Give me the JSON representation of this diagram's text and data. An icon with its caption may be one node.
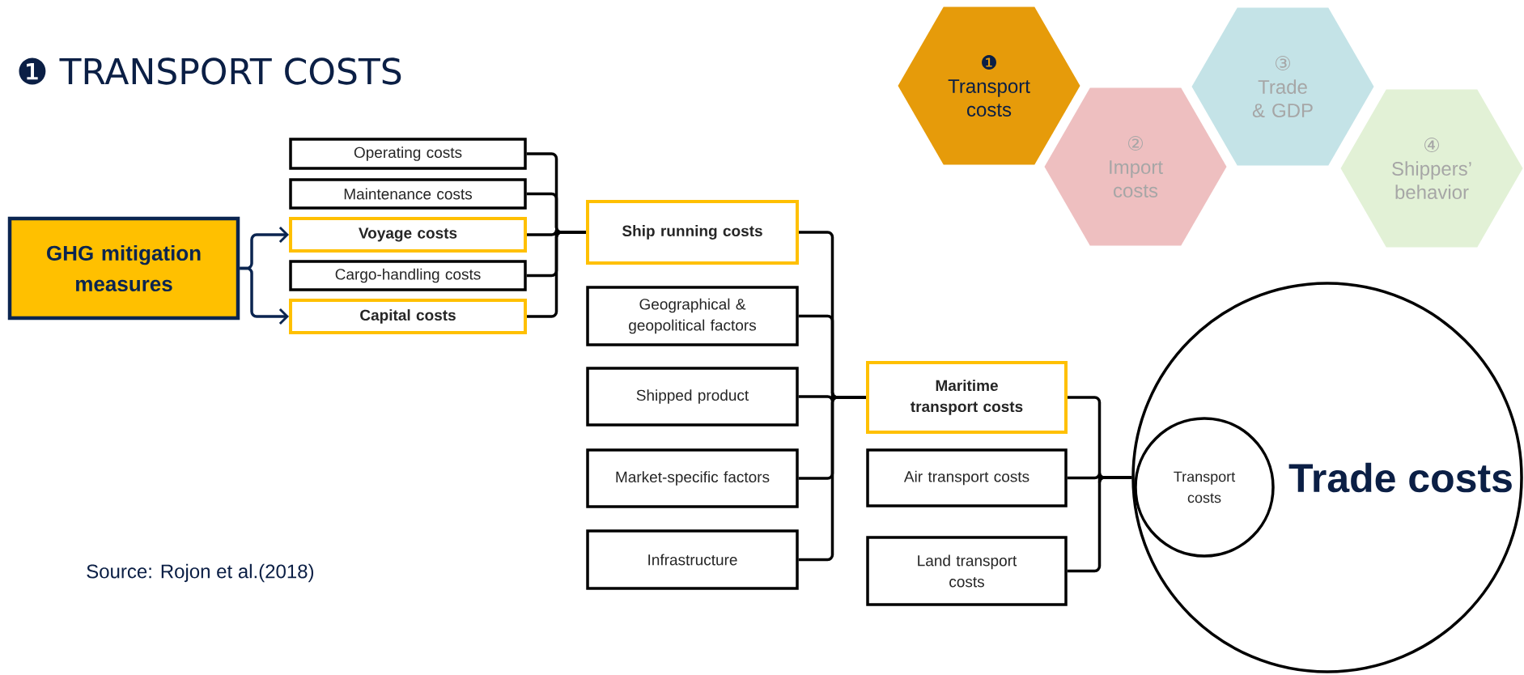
{
  "diagram": {
    "title": "❶ TRANSPORT COSTS",
    "nodes": [
      {
        "text": [
          "❶",
          "Transport costs"
        ]
      },
      {
        "text": [
          "②",
          "Import costs"
        ]
      },
      {
        "text": [
          "③",
          "Trade & GDP"
        ]
      },
      {
        "text": [
          "④",
          "Shippers’ behavior"
        ]
      },
      {
        "text": [
          "GHG mitigation measures"
        ]
      },
      {
        "text": [
          "Operating costs"
        ]
      },
      {
        "text": [
          "Maintenance costs"
        ]
      },
      {
        "text": [
          "Voyage costs"
        ]
      },
      {
        "text": [
          "Cargo-handling costs"
        ]
      },
      {
        "text": [
          "Capital costs"
        ]
      },
      {
        "text": [
          "Ship running costs"
        ]
      },
      {
        "text": [
          "Geographical & geopolitical factors"
        ]
      },
      {
        "text": [
          "Shipped product"
        ]
      },
      {
        "text": [
          "Market-specific factors"
        ]
      },
      {
        "text": [
          "Infrastructure"
        ]
      },
      {
        "text": [
          "Maritime transport costs"
        ]
      },
      {
        "text": [
          "Air transport costs"
        ]
      },
      {
        "text": [
          "Land transport costs"
        ]
      },
      {
        "text": [
          "Trade costs"
        ]
      },
      {
        "text": [
          "Transport costs"
        ],
        "in": 18
      }
    ],
    "edges": [
      {
        "from": 4,
        "to": 7,
        "arrow": "to",
        "color": "#0b2550"
      },
      {
        "from": 4,
        "to": 9,
        "arrow": "to",
        "color": "#0b2550"
      },
      {
        "from": 5,
        "to": 10,
        "arrow": "none"
      },
      {
        "from": 6,
        "to": 10,
        "arrow": "none"
      },
      {
        "from": 7,
        "to": 10,
        "arrow": "none"
      },
      {
        "from": 8,
        "to": 10,
        "arrow": "none"
      },
      {
        "from": 9,
        "to": 10,
        "arrow": "none"
      },
      {
        "from": 10,
        "to": 15,
        "arrow": "none"
      },
      {
        "from": 11,
        "to": 15,
        "arrow": "none"
      },
      {
        "from": 12,
        "to": 15,
        "arrow": "none"
      },
      {
        "from": 13,
        "to": 15,
        "arrow": "none"
      },
      {
        "from": 14,
        "to": 15,
        "arrow": "none"
      },
      {
        "from": 15,
        "to": 18,
        "arrow": "none"
      },
      {
        "from": 16,
        "to": 18,
        "arrow": "none"
      },
      {
        "from": 17,
        "to": 18,
        "arrow": "none"
      }
    ],
    "labels": [
      "Source: Rojon et al.(2018)"
    ]
  }
}
